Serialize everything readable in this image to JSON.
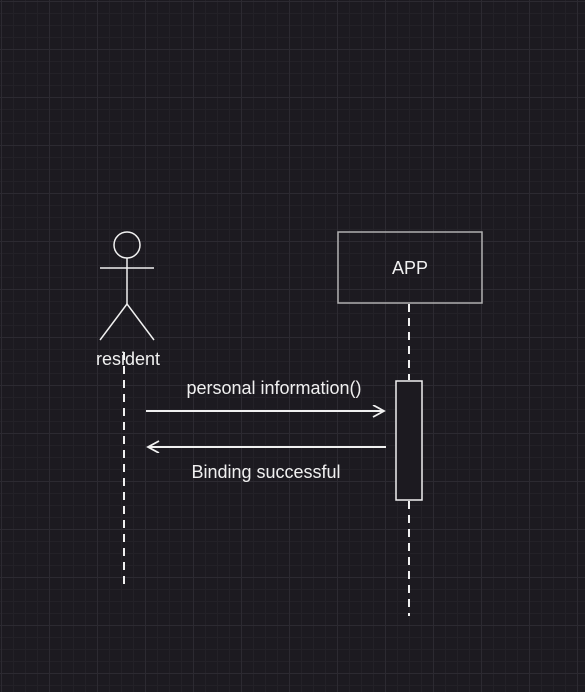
{
  "diagram": {
    "actor": {
      "label": "resident"
    },
    "participant": {
      "label": "APP"
    },
    "messages": [
      {
        "label": "personal information()",
        "direction": "request"
      },
      {
        "label": "Binding successful",
        "direction": "response"
      }
    ]
  },
  "colors": {
    "background": "#1c1a20",
    "stroke": "#f0f0f0",
    "box_border": "#b0b0b0",
    "text": "#f0f0f0"
  }
}
